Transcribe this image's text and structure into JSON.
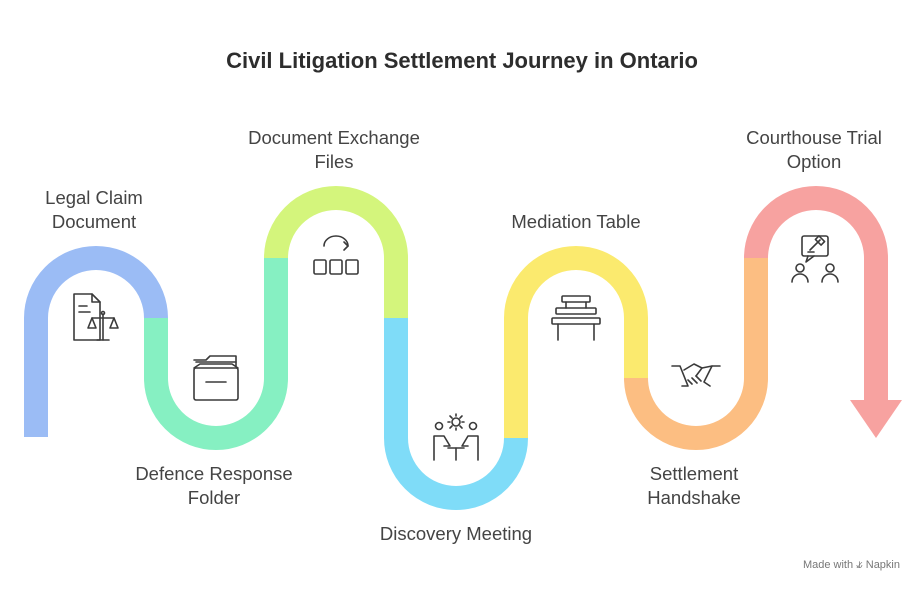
{
  "title": "Civil Litigation Settlement Journey in Ontario",
  "steps": [
    {
      "label_line1": "Legal Claim",
      "label_line2": "Document",
      "color": "#9bbcf5",
      "icon": "legal-document-icon"
    },
    {
      "label_line1": "Defence Response",
      "label_line2": "Folder",
      "color": "#86f0c2",
      "icon": "folder-icon"
    },
    {
      "label_line1": "Document Exchange",
      "label_line2": "Files",
      "color": "#d4f57c",
      "icon": "document-exchange-icon"
    },
    {
      "label_line1": "Discovery Meeting",
      "label_line2": "",
      "color": "#7fdcf8",
      "icon": "meeting-icon"
    },
    {
      "label_line1": "Mediation Table",
      "label_line2": "",
      "color": "#fbea6e",
      "icon": "table-icon"
    },
    {
      "label_line1": "Settlement",
      "label_line2": "Handshake",
      "color": "#fcbe82",
      "icon": "handshake-icon"
    },
    {
      "label_line1": "Courthouse Trial",
      "label_line2": "Option",
      "color": "#f7a2a0",
      "icon": "courthouse-icon"
    }
  ],
  "footer": {
    "made_with": "Made with",
    "brand": "Napkin"
  }
}
